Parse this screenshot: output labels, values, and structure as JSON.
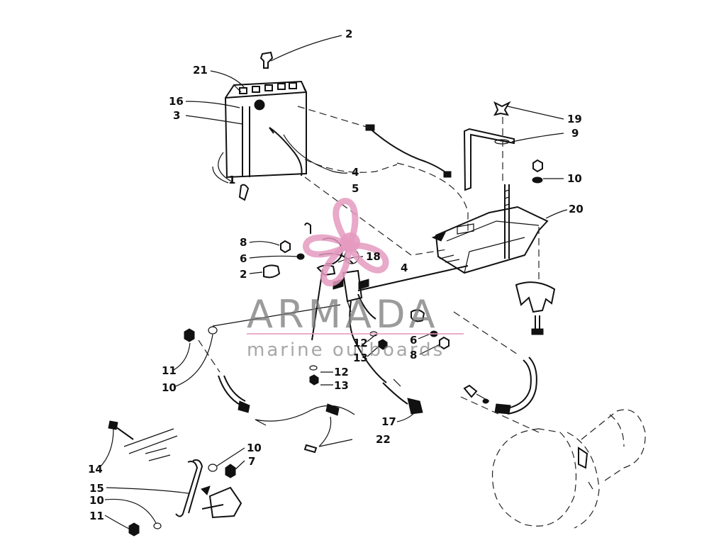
{
  "watermark": {
    "title": "ARMADA",
    "subtitle": "marine outboards",
    "logo_icon": "propeller-icon",
    "logo_color": "#e59ac0",
    "line_color": "#e59ac0"
  },
  "callouts": [
    {
      "id": "c-2-top",
      "label": "2"
    },
    {
      "id": "c-21",
      "label": "21"
    },
    {
      "id": "c-16",
      "label": "16"
    },
    {
      "id": "c-3",
      "label": "3"
    },
    {
      "id": "c-1",
      "label": "1"
    },
    {
      "id": "c-4-top",
      "label": "4"
    },
    {
      "id": "c-5",
      "label": "5"
    },
    {
      "id": "c-19",
      "label": "19"
    },
    {
      "id": "c-9",
      "label": "9"
    },
    {
      "id": "c-10-right",
      "label": "10"
    },
    {
      "id": "c-20",
      "label": "20"
    },
    {
      "id": "c-8-left",
      "label": "8"
    },
    {
      "id": "c-6-left",
      "label": "6"
    },
    {
      "id": "c-18",
      "label": "18"
    },
    {
      "id": "c-2-mid",
      "label": "2"
    },
    {
      "id": "c-4-mid",
      "label": "4"
    },
    {
      "id": "c-12-a",
      "label": "12"
    },
    {
      "id": "c-13-a",
      "label": "13"
    },
    {
      "id": "c-6-right",
      "label": "6"
    },
    {
      "id": "c-8-right",
      "label": "8"
    },
    {
      "id": "c-12-b",
      "label": "12"
    },
    {
      "id": "c-13-b",
      "label": "13"
    },
    {
      "id": "c-11-mid",
      "label": "11"
    },
    {
      "id": "c-10-mid",
      "label": "10"
    },
    {
      "id": "c-17",
      "label": "17"
    },
    {
      "id": "c-22",
      "label": "22"
    },
    {
      "id": "c-14",
      "label": "14"
    },
    {
      "id": "c-10-low",
      "label": "10"
    },
    {
      "id": "c-7",
      "label": "7"
    },
    {
      "id": "c-15",
      "label": "15"
    },
    {
      "id": "c-10-bottom",
      "label": "10"
    },
    {
      "id": "c-11-bottom",
      "label": "11"
    }
  ]
}
